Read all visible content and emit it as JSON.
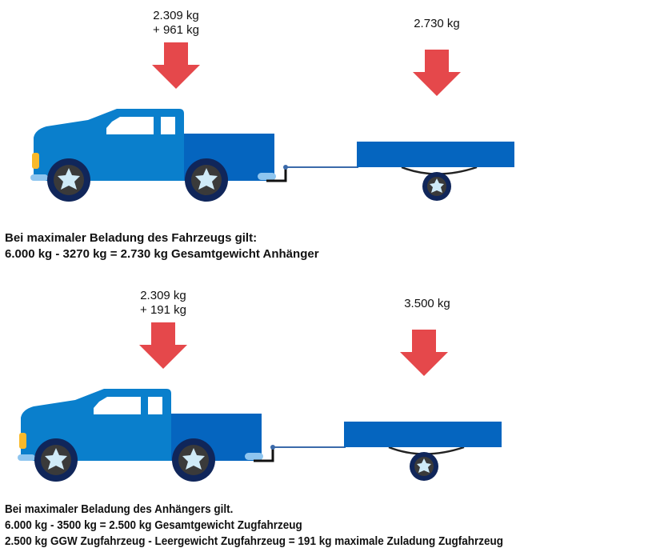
{
  "colors": {
    "arrow": "#e5484b",
    "cab": "#0a7fcc",
    "bed": "#0565bf",
    "trailer": "#0565bf",
    "wheel_tire": "#10265a",
    "wheel_rim": "#3a3a3a",
    "wheel_star": "#cfeaf7",
    "bumper": "#8ec5ef",
    "headlight": "#f9b92a",
    "hitch": "#111111",
    "drawbar": "#3b6aaa"
  },
  "scenario_1": {
    "truck_load_line1": "2.309 kg",
    "truck_load_line2": "+ 961 kg",
    "trailer_load": "2.730 kg",
    "caption_line1": "Bei maximaler Beladung des Fahrzeugs gilt:",
    "caption_line2": "6.000 kg - 3270 kg = 2.730 kg Gesamtgewicht Anhänger"
  },
  "scenario_2": {
    "truck_load_line1": "2.309 kg",
    "truck_load_line2": "+ 191 kg",
    "trailer_load": "3.500 kg",
    "caption_line1": "Bei maximaler Beladung des Anhängers gilt.",
    "caption_line2": "6.000 kg - 3500 kg = 2.500 kg Gesamtgewicht Zugfahrzeug",
    "caption_line3": "2.500 kg GGW Zugfahrzeug - Leergewicht Zugfahrzeug = 191 kg maximale Zuladung Zugfahrzeug"
  }
}
